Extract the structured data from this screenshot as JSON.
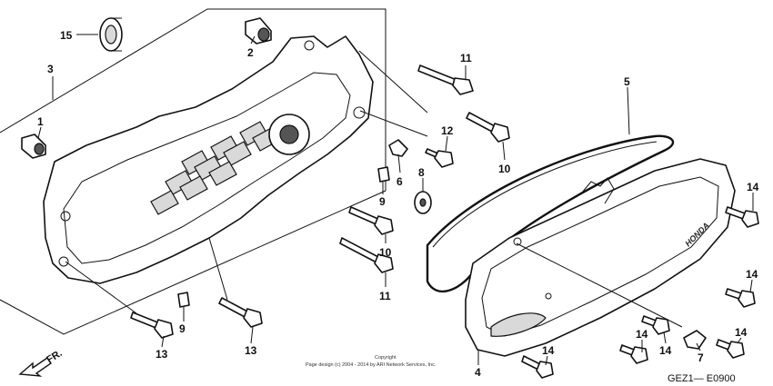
{
  "callouts": [
    {
      "id": "c15a",
      "label": "15"
    },
    {
      "id": "c2",
      "label": "2"
    },
    {
      "id": "c3",
      "label": "3"
    },
    {
      "id": "c1",
      "label": "1"
    },
    {
      "id": "c11a",
      "label": "11"
    },
    {
      "id": "c5",
      "label": "5"
    },
    {
      "id": "c12",
      "label": "12"
    },
    {
      "id": "c10a",
      "label": "10"
    },
    {
      "id": "c6",
      "label": "6"
    },
    {
      "id": "c8",
      "label": "8"
    },
    {
      "id": "c9a",
      "label": "9"
    },
    {
      "id": "c10b",
      "label": "10"
    },
    {
      "id": "c11b",
      "label": "11"
    },
    {
      "id": "c14a",
      "label": "14"
    },
    {
      "id": "c14b",
      "label": "14"
    },
    {
      "id": "c9b",
      "label": "9"
    },
    {
      "id": "c13a",
      "label": "13"
    },
    {
      "id": "c13b",
      "label": "13"
    },
    {
      "id": "c4",
      "label": "4"
    },
    {
      "id": "c14c",
      "label": "14"
    },
    {
      "id": "c14d",
      "label": "14"
    },
    {
      "id": "c7",
      "label": "7"
    },
    {
      "id": "c14e",
      "label": "14"
    },
    {
      "id": "c14f",
      "label": "14"
    }
  ],
  "direction_label": "FR.",
  "cover_logo": "HONDA",
  "copyright_title": "Copyright",
  "copyright_line": "Page design (c) 2004 - 2014 by ARI Network Services, Inc.",
  "diagram_code": "GEZ1— E0900"
}
